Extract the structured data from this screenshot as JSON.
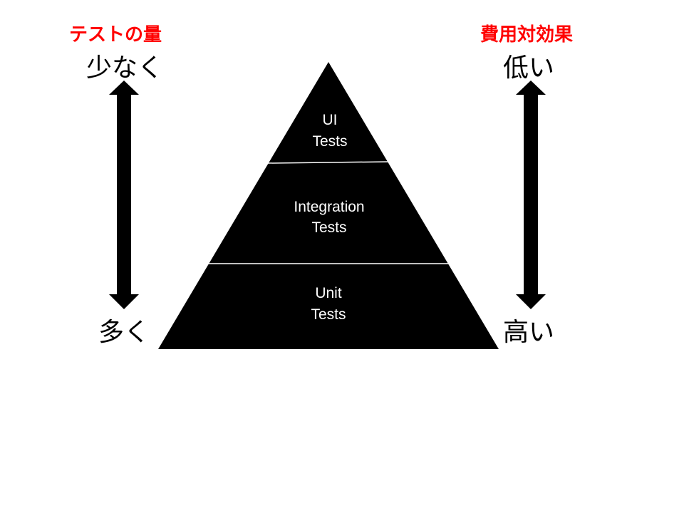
{
  "left_axis": {
    "heading": "テストの量",
    "top_label": "少なく",
    "bottom_label": "多く"
  },
  "right_axis": {
    "heading": "費用対効果",
    "top_label": "低い",
    "bottom_label": "高い"
  },
  "pyramid": {
    "tiers": [
      {
        "line1": "UI",
        "line2": "Tests"
      },
      {
        "line1": "Integration",
        "line2": "Tests"
      },
      {
        "line1": "Unit",
        "line2": "Tests"
      }
    ]
  },
  "colors": {
    "heading": "#ff0000",
    "pyramid_fill": "#000000",
    "divider": "#ffffff",
    "tier_text": "#ffffff",
    "arrow": "#000000"
  }
}
